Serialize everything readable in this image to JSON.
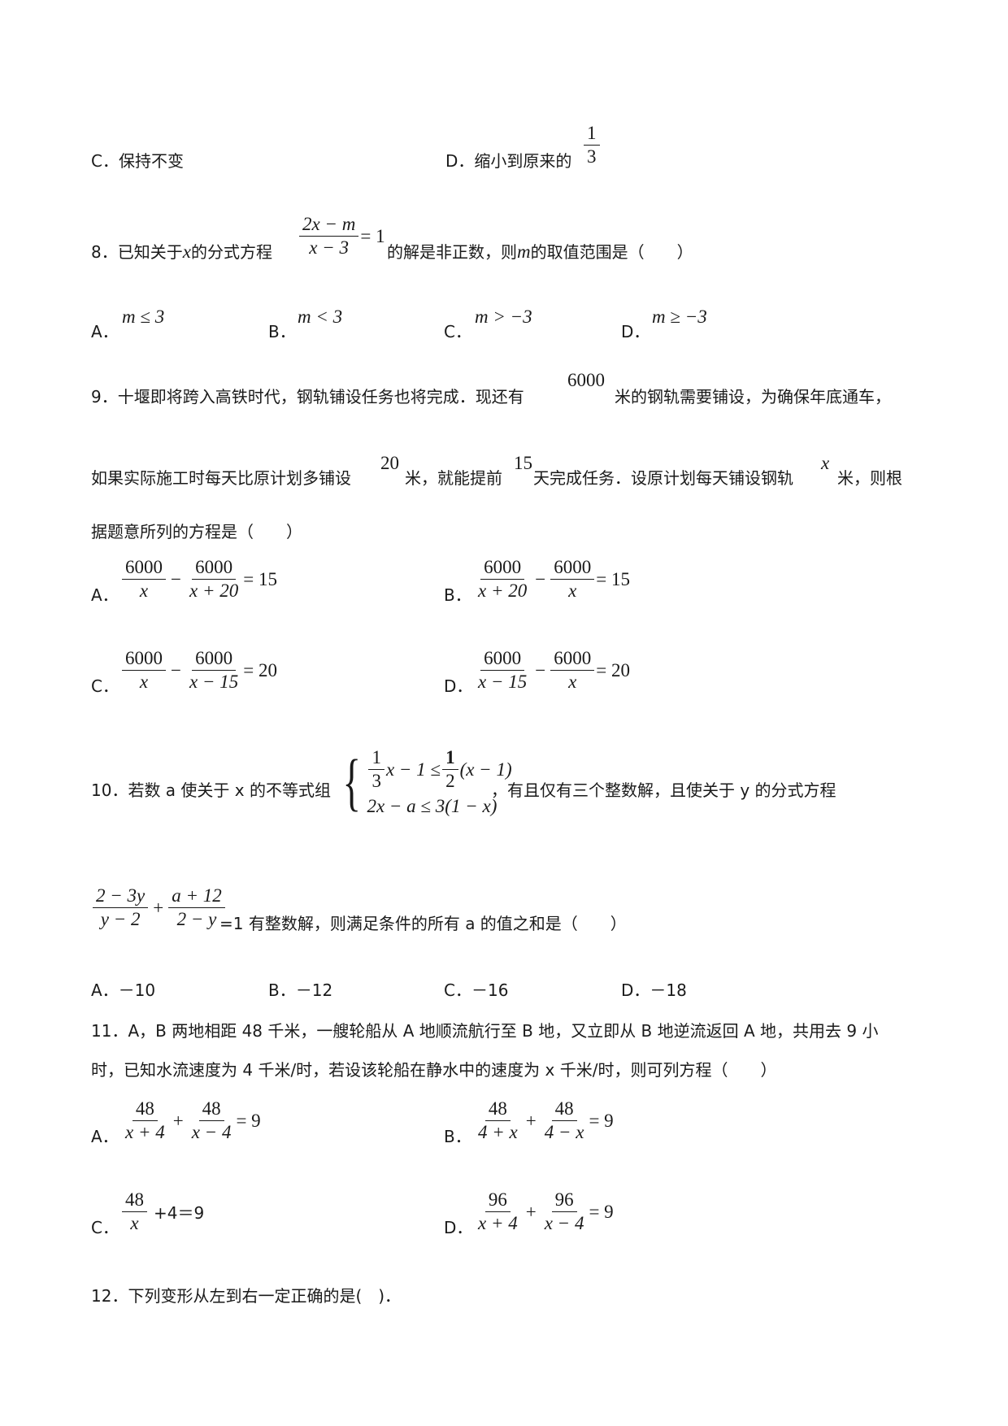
{
  "q7": {
    "c_label": "C．保持不变",
    "d_label": "D．缩小到原来的",
    "d_frac_num": "1",
    "d_frac_den": "3"
  },
  "q8": {
    "stem_a": "8．已知关于",
    "var_x": "x",
    "stem_b": "的分式方程",
    "eq_num": "2x − m",
    "eq_den": "x − 3",
    "eq_rhs": "= 1",
    "stem_c": "的解是非正数，则",
    "var_m": "m",
    "stem_d": "的取值范围是（　　）",
    "options": [
      {
        "label": "A．",
        "expr": "m ≤ 3"
      },
      {
        "label": "B．",
        "expr": "m < 3"
      },
      {
        "label": "C．",
        "expr": "m > −3"
      },
      {
        "label": "D．",
        "expr": "m ≥ −3"
      }
    ]
  },
  "q9": {
    "line1_a": "9．十堰即将跨入高铁时代，钢轨铺设任务也将完成．现还有",
    "n6000": "6000",
    "line1_b": "米的钢轨需要铺设，为确保年底通车，",
    "line2_a": "如果实际施工时每天比原计划多铺设",
    "n20": "20",
    "line2_b": "米，就能提前",
    "n15": "15",
    "line2_c": "天完成任务．设原计划每天铺设钢轨",
    "var_x": "x",
    "line2_d": "米，则根",
    "line3": "据题意所列的方程是（　　）",
    "options": [
      {
        "label": "A．",
        "n1": "6000",
        "d1": "x",
        "op": "−",
        "n2": "6000",
        "d2": "x + 20",
        "rhs": "= 15"
      },
      {
        "label": "B．",
        "n1": "6000",
        "d1": "x + 20",
        "op": "−",
        "n2": "6000",
        "d2": "x",
        "rhs": "= 15"
      },
      {
        "label": "C．",
        "n1": "6000",
        "d1": "x",
        "op": "−",
        "n2": "6000",
        "d2": "x − 15",
        "rhs": "= 20"
      },
      {
        "label": "D．",
        "n1": "6000",
        "d1": "x − 15",
        "op": "−",
        "n2": "6000",
        "d2": "x",
        "rhs": "= 20"
      }
    ]
  },
  "q10": {
    "stem_a": "10．若数 a 使关于 x 的不等式组",
    "row1_f1n": "1",
    "row1_f1d": "3",
    "row1_mid": "x − 1 ≤",
    "row1_f2n": "1",
    "row1_f2d": "2",
    "row1_end": "(x − 1)",
    "row2": "2x − a ≤ 3(1 − x)",
    "stem_b": "，有且仅有三个整数解，且使关于 y 的分式方程",
    "eq_n1": "2 − 3y",
    "eq_d1": "y − 2",
    "eq_op": "+",
    "eq_n2": "a + 12",
    "eq_d2": "2 − y",
    "stem_c": "=1 有整数解，则满足条件的所有 a 的值之和是（　　）",
    "options": [
      {
        "label": "A．－10"
      },
      {
        "label": "B．－12"
      },
      {
        "label": "C．－16"
      },
      {
        "label": "D．－18"
      }
    ]
  },
  "q11": {
    "line1": "11．A，B 两地相距 48 千米，一艘轮船从 A 地顺流航行至 B 地，又立即从 B 地逆流返回 A 地，共用去 9 小",
    "line2": "时，已知水流速度为 4 千米/时，若设该轮船在静水中的速度为 x 千米/时，则可列方程（　　）",
    "options": [
      {
        "label": "A．",
        "n1": "48",
        "d1": "x + 4",
        "op": "+",
        "n2": "48",
        "d2": "x − 4",
        "rhs": "= 9"
      },
      {
        "label": "B．",
        "n1": "48",
        "d1": "4 + x",
        "op": "+",
        "n2": "48",
        "d2": "4 − x",
        "rhs": "= 9"
      },
      {
        "label": "C．",
        "n1": "48",
        "d1": "x",
        "rhs": "+4＝9"
      },
      {
        "label": "D．",
        "n1": "96",
        "d1": "x + 4",
        "op": "+",
        "n2": "96",
        "d2": "x − 4",
        "rhs": "= 9"
      }
    ]
  },
  "q12": {
    "stem": "12．下列变形从左到右一定正确的是(　)．"
  }
}
